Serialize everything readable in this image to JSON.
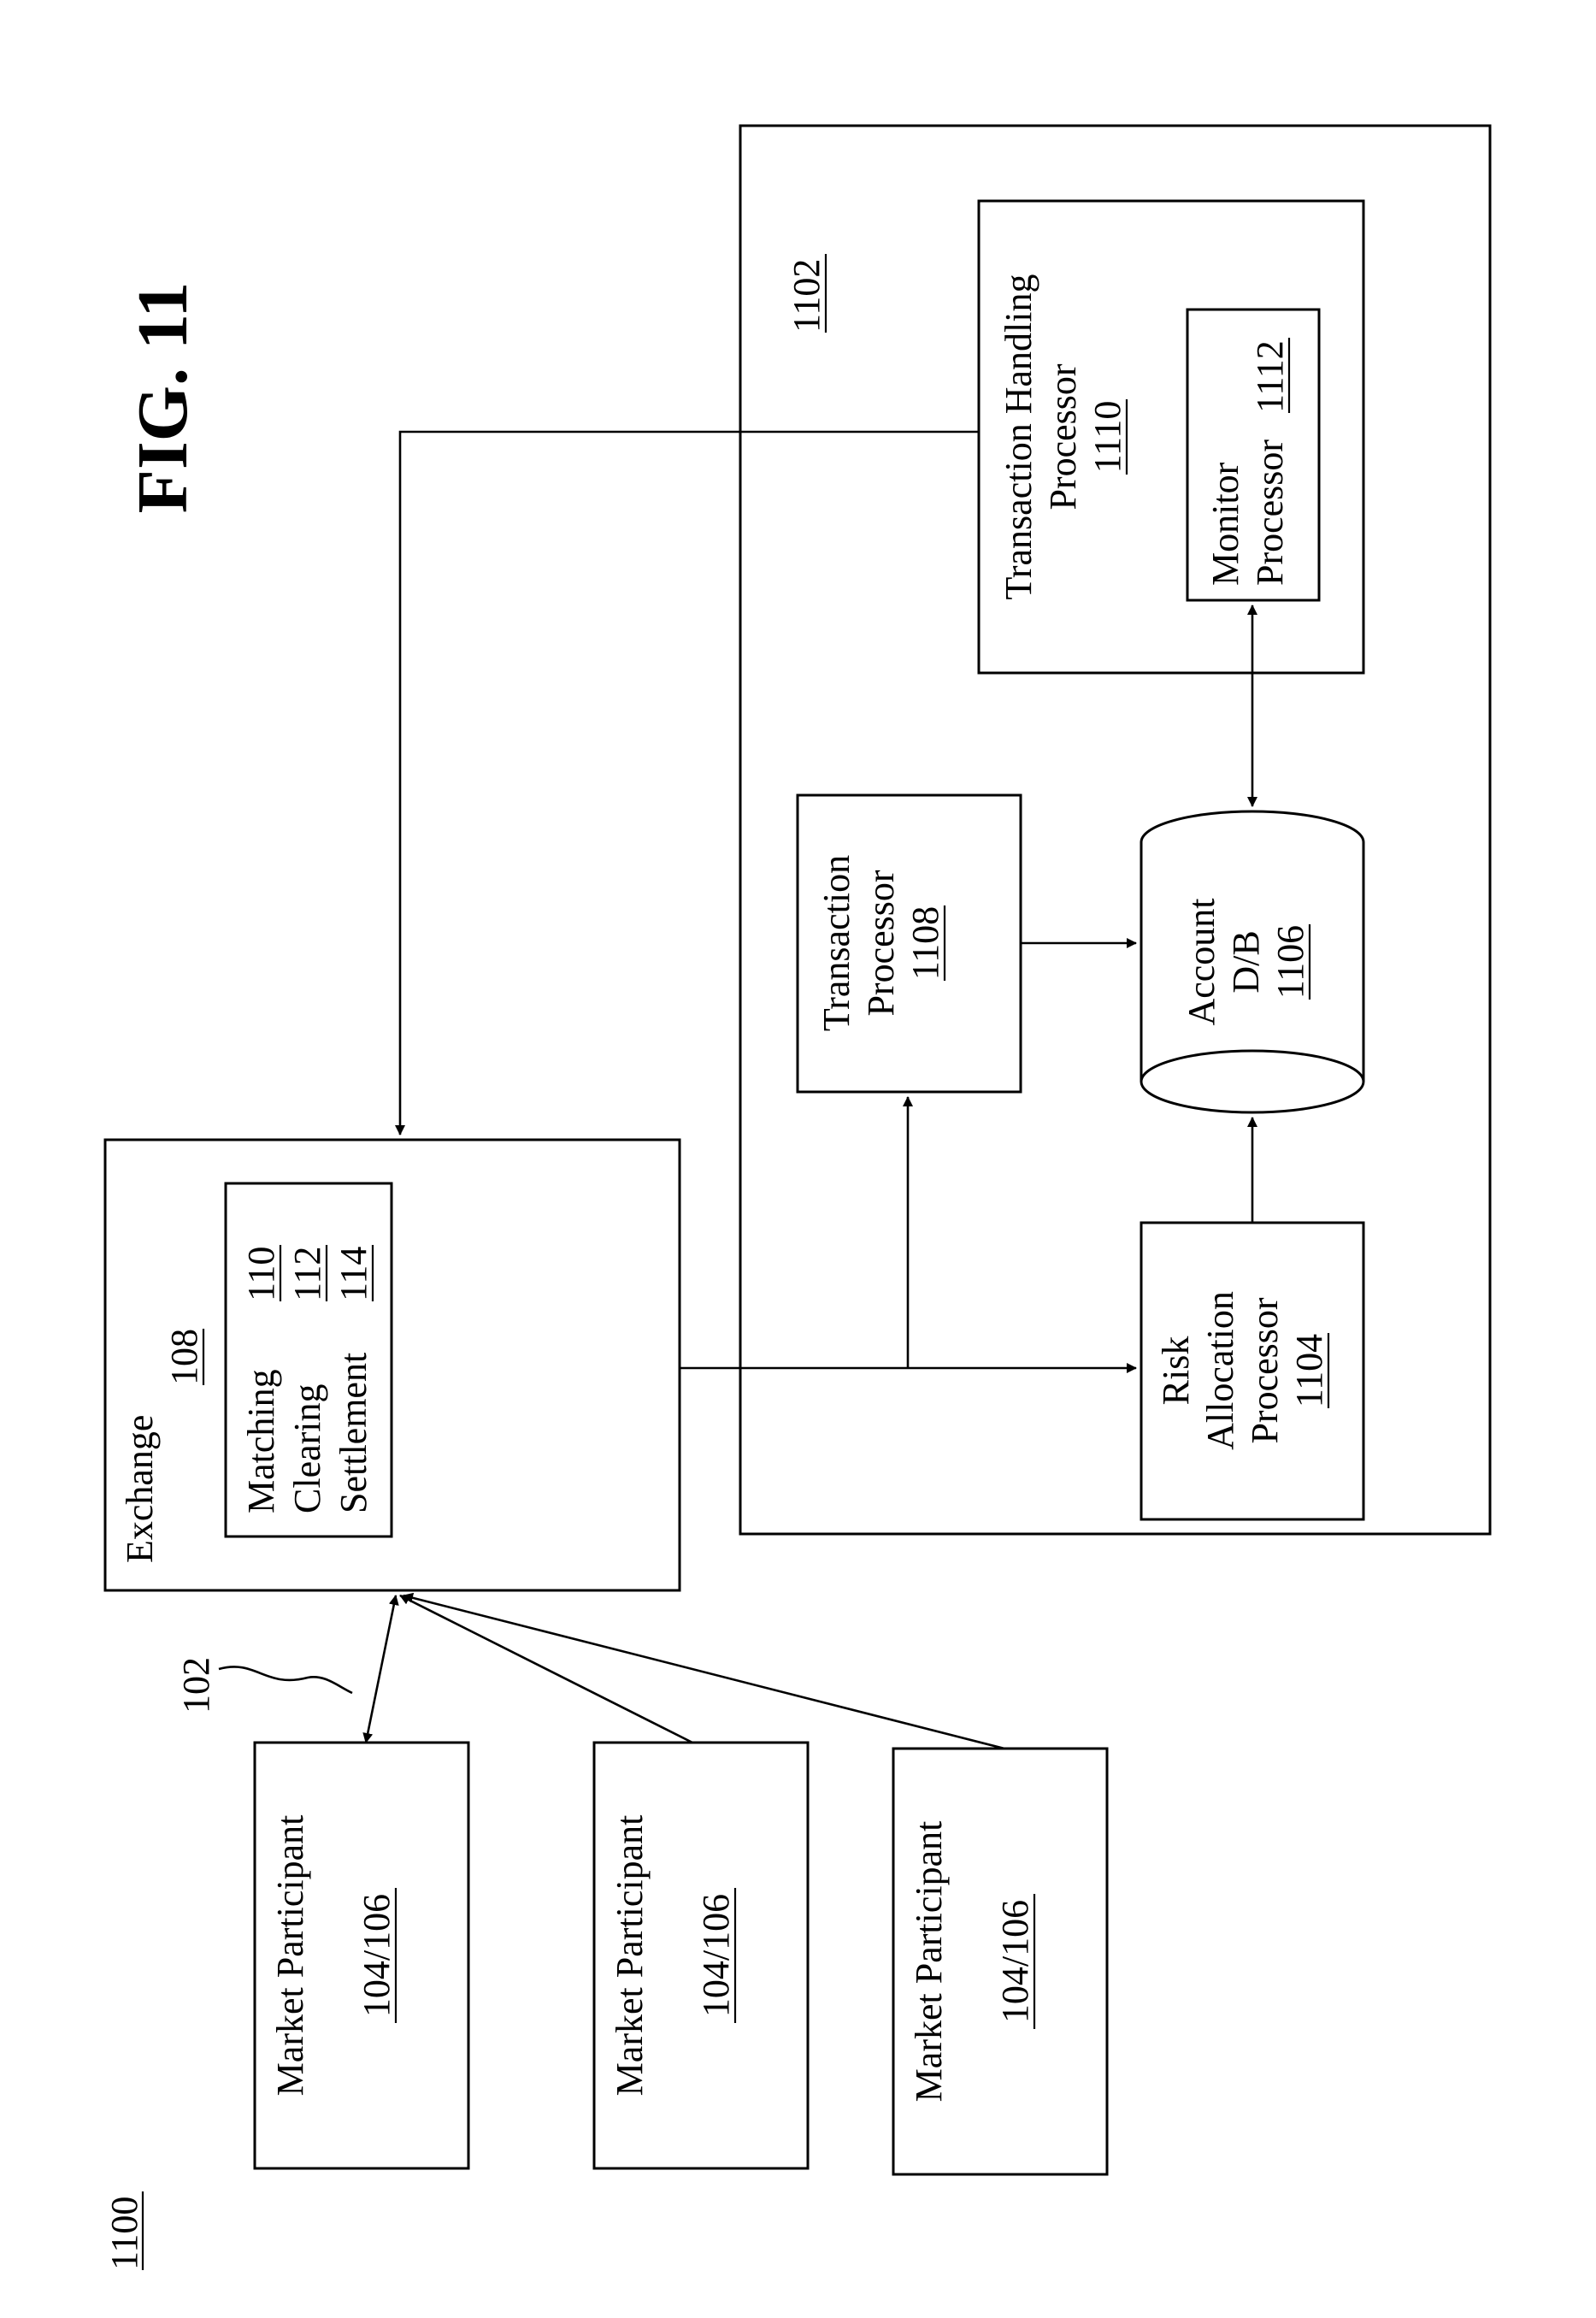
{
  "figure_title": "FIG. 11",
  "system_ref": "1100",
  "network_ref": "102",
  "market_participants": [
    {
      "label": "Market Participant",
      "ref": "104/106"
    },
    {
      "label": "Market Participant",
      "ref": "104/106"
    },
    {
      "label": "Market Participant",
      "ref": "104/106"
    }
  ],
  "exchange": {
    "label": "Exchange",
    "ref": "108",
    "modules": [
      {
        "label": "Matching",
        "ref": "110"
      },
      {
        "label": "Clearing",
        "ref": "112"
      },
      {
        "label": "Settlement",
        "ref": "114"
      }
    ]
  },
  "clearing_system": {
    "ref": "1102",
    "risk_allocation_processor": {
      "lines": [
        "Risk",
        "Allocation",
        "Processor"
      ],
      "ref": "1104"
    },
    "account_db": {
      "lines": [
        "Account",
        "D/B"
      ],
      "ref": "1106"
    },
    "transaction_processor": {
      "lines": [
        "Transaction",
        "Processor"
      ],
      "ref": "1108"
    },
    "transaction_handling_processor": {
      "lines": [
        "Transaction Handling",
        "Processor"
      ],
      "ref": "1110"
    },
    "monitor_processor": {
      "lines": [
        "Monitor",
        "Processor"
      ],
      "ref": "1112"
    }
  }
}
